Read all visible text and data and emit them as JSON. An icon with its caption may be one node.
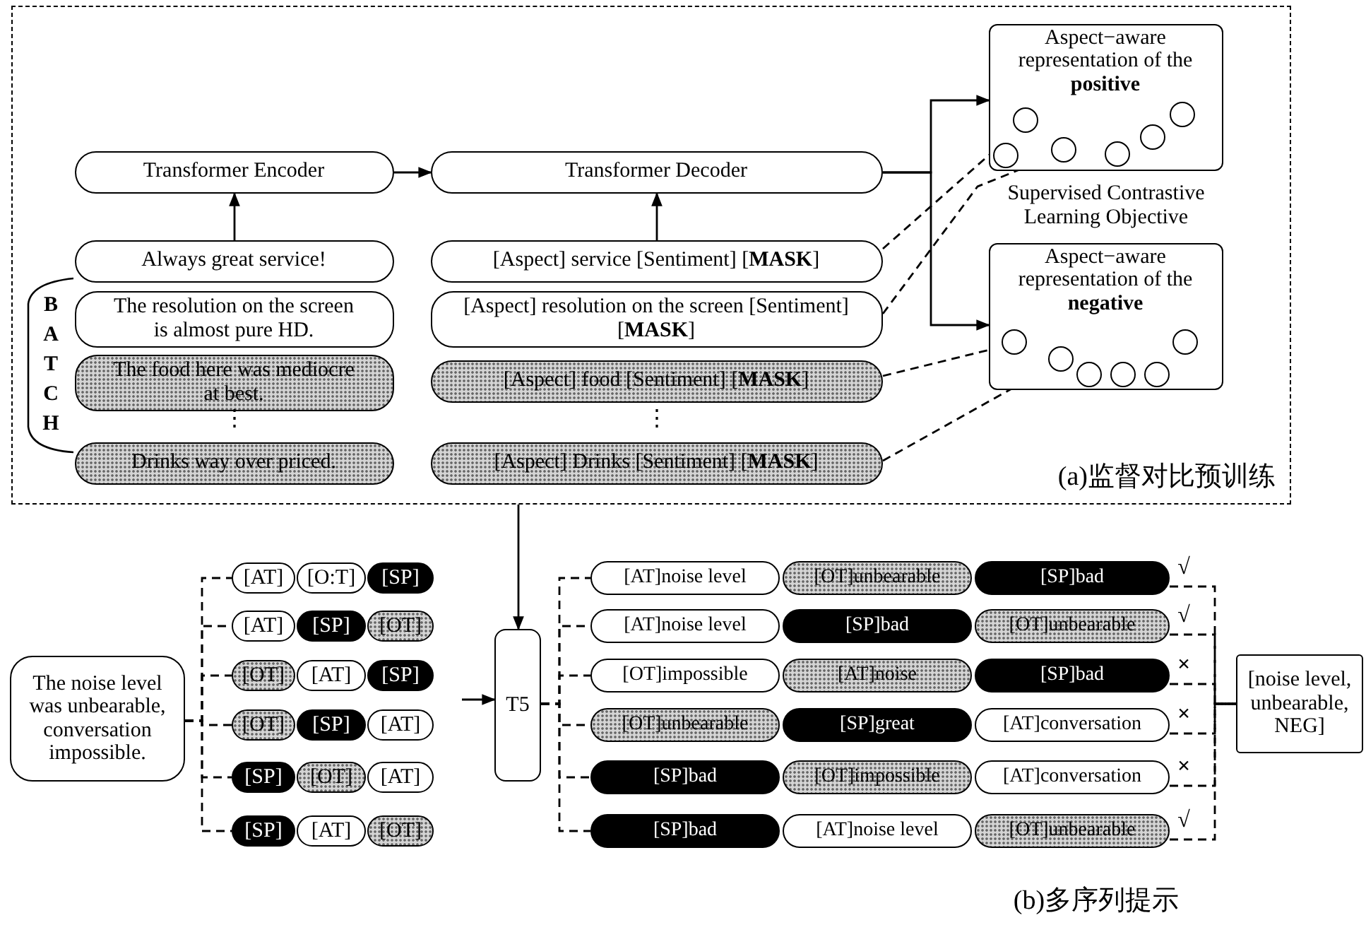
{
  "diagram": {
    "nodes": [
      {
        "text": [
          "(a)监督对比预训练"
        ]
      },
      {
        "text": [
          "Transformer Encoder"
        ],
        "in": 0
      },
      {
        "text": [
          "Transformer Decoder"
        ],
        "in": 0
      },
      {
        "text": [
          "Always great service!"
        ],
        "in": 0
      },
      {
        "text": [
          "The resolution on the screen is almost pure HD."
        ],
        "in": 0
      },
      {
        "text": [
          "The food here was mediocre at best."
        ],
        "in": 0
      },
      {
        "text": [
          "Drinks way over priced."
        ],
        "in": 0
      },
      {
        "text": [
          "[Aspect] service [Sentiment] [**MASK**]"
        ],
        "in": 0
      },
      {
        "text": [
          "[Aspect] resolution on the screen [Sentiment] [**MASK**]"
        ],
        "in": 0
      },
      {
        "text": [
          "[Aspect] food [Sentiment] [**MASK**]"
        ],
        "in": 0
      },
      {
        "text": [
          "[Aspect] Drinks [Sentiment] [**MASK**]"
        ],
        "in": 0
      },
      {
        "text": [
          "Aspect−aware representation of the **positive**"
        ],
        "in": 0
      },
      {
        "text": [],
        "shape": "circle",
        "in": 11
      },
      {
        "text": [],
        "shape": "circle",
        "in": 11
      },
      {
        "text": [],
        "shape": "circle",
        "in": 11
      },
      {
        "text": [],
        "shape": "circle",
        "in": 11
      },
      {
        "text": [],
        "shape": "circle",
        "in": 11
      },
      {
        "text": [],
        "shape": "circle",
        "in": 11
      },
      {
        "text": [
          "Aspect−aware representation of the **negative**"
        ],
        "in": 0
      },
      {
        "text": [],
        "shape": "circle",
        "in": 18
      },
      {
        "text": [],
        "shape": "circle",
        "in": 18
      },
      {
        "text": [],
        "shape": "circle",
        "in": 18
      },
      {
        "text": [],
        "shape": "circle",
        "in": 18
      },
      {
        "text": [],
        "shape": "circle",
        "in": 18
      },
      {
        "text": [],
        "shape": "circle",
        "in": 18
      },
      {
        "text": [
          "The noise level was unbearable, conversation impossible."
        ]
      },
      {
        "text": [
          "[AT]"
        ]
      },
      {
        "text": [
          "[O:T]"
        ]
      },
      {
        "text": [
          "[SP]"
        ]
      },
      {
        "text": [
          "[AT]"
        ]
      },
      {
        "text": [
          "[SP]"
        ]
      },
      {
        "text": [
          "[OT]"
        ]
      },
      {
        "text": [
          "[OT]"
        ]
      },
      {
        "text": [
          "[AT]"
        ]
      },
      {
        "text": [
          "[SP]"
        ]
      },
      {
        "text": [
          "[OT]"
        ]
      },
      {
        "text": [
          "[SP]"
        ]
      },
      {
        "text": [
          "[AT]"
        ]
      },
      {
        "text": [
          "[SP]"
        ]
      },
      {
        "text": [
          "[OT]"
        ]
      },
      {
        "text": [
          "[AT]"
        ]
      },
      {
        "text": [
          "[SP]"
        ]
      },
      {
        "text": [
          "[AT]"
        ]
      },
      {
        "text": [
          "[OT]"
        ]
      },
      {
        "text": [
          "T5"
        ]
      },
      {
        "text": [
          "[AT]noise level"
        ]
      },
      {
        "text": [
          "[OT]unbearable"
        ]
      },
      {
        "text": [
          "[SP]bad"
        ]
      },
      {
        "text": [
          "[AT]noise level"
        ]
      },
      {
        "text": [
          "[SP]bad"
        ]
      },
      {
        "text": [
          "[OT]unbearable"
        ]
      },
      {
        "text": [
          "[OT]impossible"
        ]
      },
      {
        "text": [
          "[AT]noise"
        ]
      },
      {
        "text": [
          "[SP]bad"
        ]
      },
      {
        "text": [
          "[OT]unbearable"
        ]
      },
      {
        "text": [
          "[SP]great"
        ]
      },
      {
        "text": [
          "[AT]conversation"
        ]
      },
      {
        "text": [
          "[SP]bad"
        ]
      },
      {
        "text": [
          "[OT]impossible"
        ]
      },
      {
        "text": [
          "[AT]conversation"
        ]
      },
      {
        "text": [
          "[SP]bad"
        ]
      },
      {
        "text": [
          "[AT]noise level"
        ]
      },
      {
        "text": [
          "[OT]unbearable"
        ]
      },
      {
        "text": [
          "[noise level, unbearable, NEG]"
        ]
      }
    ],
    "edges": [
      {
        "from": 3,
        "to": 1,
        "arrow": "to"
      },
      {
        "from": 1,
        "to": 2,
        "arrow": "to"
      },
      {
        "from": 7,
        "to": 2,
        "arrow": "to"
      },
      {
        "from": 2,
        "to": 11,
        "arrow": "to"
      },
      {
        "from": 2,
        "to": 18,
        "arrow": "to"
      },
      {
        "from": 7,
        "to": 13,
        "arrow": "to",
        "style": "dashed"
      },
      {
        "from": 8,
        "to": 14,
        "arrow": "to",
        "style": "dashed"
      },
      {
        "from": 9,
        "to": 19,
        "arrow": "to",
        "style": "dashed"
      },
      {
        "from": 10,
        "to": 20,
        "arrow": "to",
        "style": "dashed"
      },
      {
        "from": 0,
        "to": 44,
        "arrow": "to"
      },
      {
        "from": 25,
        "to": 26,
        "arrow": "none",
        "style": "dashed"
      },
      {
        "from": 25,
        "to": 29,
        "arrow": "none",
        "style": "dashed"
      },
      {
        "from": 25,
        "to": 32,
        "arrow": "none",
        "style": "dashed"
      },
      {
        "from": 25,
        "to": 35,
        "arrow": "none",
        "style": "dashed"
      },
      {
        "from": 25,
        "to": 38,
        "arrow": "none",
        "style": "dashed"
      },
      {
        "from": 25,
        "to": 41,
        "arrow": "none",
        "style": "dashed"
      },
      {
        "from": null,
        "to": 44,
        "arrow": "to"
      },
      {
        "from": 44,
        "to": 45,
        "arrow": "none",
        "style": "dashed"
      },
      {
        "from": 44,
        "to": 48,
        "arrow": "none",
        "style": "dashed"
      },
      {
        "from": 44,
        "to": 51,
        "arrow": "none",
        "style": "dashed"
      },
      {
        "from": 44,
        "to": 54,
        "arrow": "none",
        "style": "dashed"
      },
      {
        "from": 44,
        "to": 57,
        "arrow": "none",
        "style": "dashed"
      },
      {
        "from": 44,
        "to": 60,
        "arrow": "none",
        "style": "dashed"
      },
      {
        "from": 47,
        "to": 63,
        "arrow": "none",
        "style": "dashed"
      },
      {
        "from": 50,
        "to": 63,
        "arrow": "none",
        "style": "dashed"
      },
      {
        "from": 53,
        "to": 63,
        "arrow": "none",
        "style": "dashed"
      },
      {
        "from": 56,
        "to": 63,
        "arrow": "none",
        "style": "dashed"
      },
      {
        "from": 59,
        "to": 63,
        "arrow": "none",
        "style": "dashed"
      },
      {
        "from": 62,
        "to": 63,
        "arrow": "none",
        "style": "dashed"
      }
    ],
    "labels": [
      "Supervised Contrastive Learning Objective",
      "B",
      "A",
      "T",
      "C",
      "H",
      "⋮",
      "⋮",
      "√",
      "√",
      "×",
      "×",
      "×",
      "√",
      "(b)多序列提示"
    ]
  }
}
